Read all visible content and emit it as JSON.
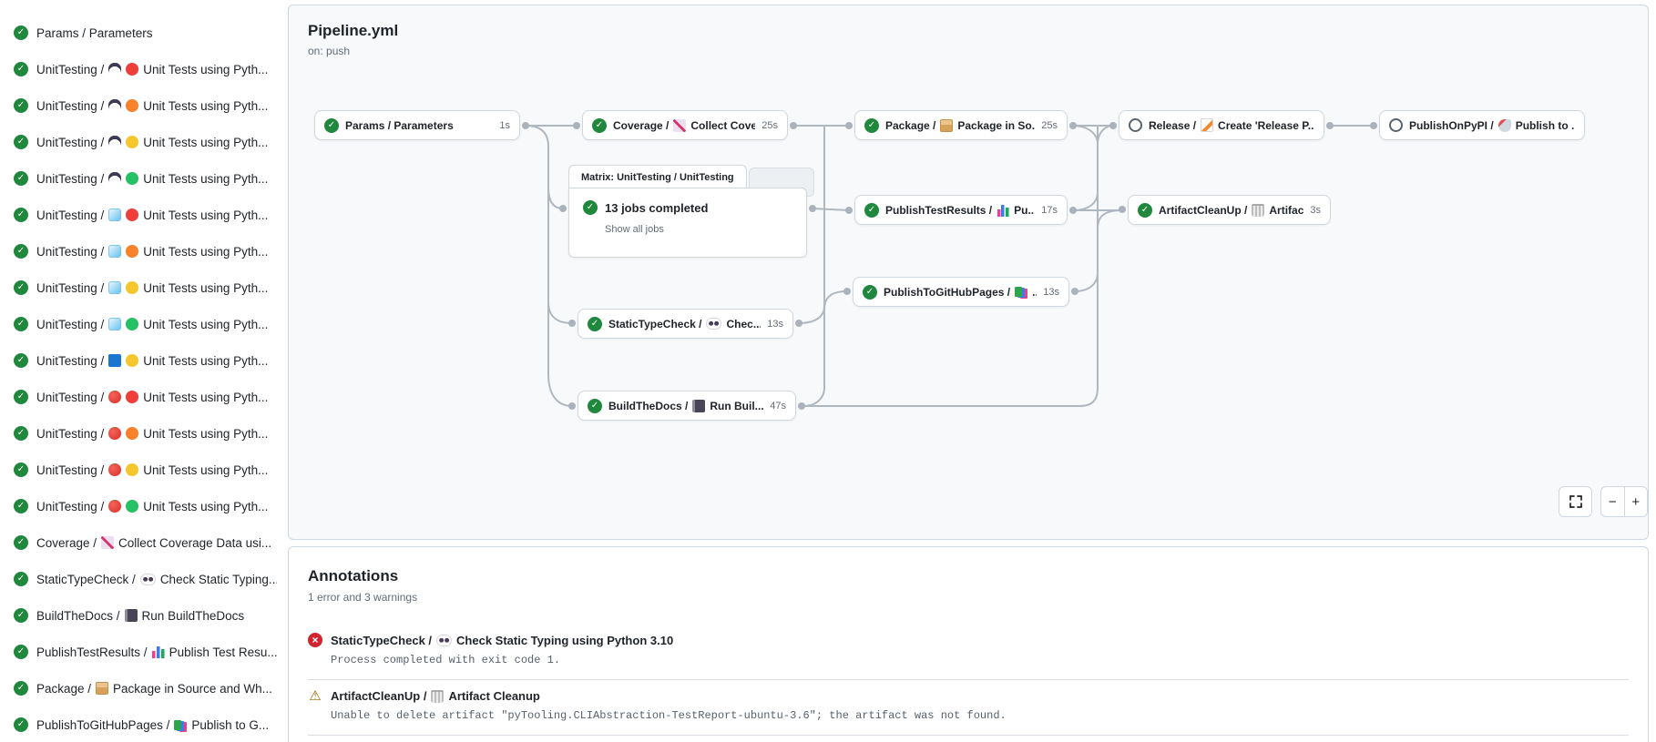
{
  "colors": {
    "success_green": "#1f883d",
    "error_red": "#d1242f",
    "warning_yellow": "#9a6700",
    "connector_gray": "#afb8c1"
  },
  "sidebar": {
    "items": [
      {
        "pre": "Params / Parameters",
        "icons": [],
        "post": ""
      },
      {
        "pre": "UnitTesting /",
        "icons": [
          "penguin",
          "dot-red"
        ],
        "post": "Unit Tests using Pyth..."
      },
      {
        "pre": "UnitTesting /",
        "icons": [
          "penguin",
          "dot-orange"
        ],
        "post": "Unit Tests using Pyth..."
      },
      {
        "pre": "UnitTesting /",
        "icons": [
          "penguin",
          "dot-yellow"
        ],
        "post": "Unit Tests using Pyth..."
      },
      {
        "pre": "UnitTesting /",
        "icons": [
          "penguin",
          "dot-green"
        ],
        "post": "Unit Tests using Pyth..."
      },
      {
        "pre": "UnitTesting /",
        "icons": [
          "ice",
          "dot-red"
        ],
        "post": "Unit Tests using Pyth..."
      },
      {
        "pre": "UnitTesting /",
        "icons": [
          "ice",
          "dot-orange"
        ],
        "post": "Unit Tests using Pyth..."
      },
      {
        "pre": "UnitTesting /",
        "icons": [
          "ice",
          "dot-yellow"
        ],
        "post": "Unit Tests using Pyth..."
      },
      {
        "pre": "UnitTesting /",
        "icons": [
          "ice",
          "dot-green"
        ],
        "post": "Unit Tests using Pyth..."
      },
      {
        "pre": "UnitTesting /",
        "icons": [
          "bluesquare",
          "dot-yellow"
        ],
        "post": "Unit Tests using Pyth..."
      },
      {
        "pre": "UnitTesting /",
        "icons": [
          "apple",
          "dot-red"
        ],
        "post": "Unit Tests using Pyth..."
      },
      {
        "pre": "UnitTesting /",
        "icons": [
          "apple",
          "dot-orange"
        ],
        "post": "Unit Tests using Pyth..."
      },
      {
        "pre": "UnitTesting /",
        "icons": [
          "apple",
          "dot-yellow"
        ],
        "post": "Unit Tests using Pyth..."
      },
      {
        "pre": "UnitTesting /",
        "icons": [
          "apple",
          "dot-green"
        ],
        "post": "Unit Tests using Pyth..."
      },
      {
        "pre": "Coverage /",
        "icons": [
          "chart-up"
        ],
        "post": "Collect Coverage Data usi..."
      },
      {
        "pre": "StaticTypeCheck /",
        "icons": [
          "eyes"
        ],
        "post": "Check Static Typing..."
      },
      {
        "pre": "BuildTheDocs /",
        "icons": [
          "book"
        ],
        "post": "Run BuildTheDocs"
      },
      {
        "pre": "PublishTestResults /",
        "icons": [
          "bar-chart"
        ],
        "post": "Publish Test Resu..."
      },
      {
        "pre": "Package /",
        "icons": [
          "package"
        ],
        "post": "Package in Source and Wh..."
      },
      {
        "pre": "PublishToGitHubPages /",
        "icons": [
          "books"
        ],
        "post": "Publish to G..."
      }
    ]
  },
  "pipeline": {
    "title": "Pipeline.yml",
    "trigger": "on: push",
    "matrix": {
      "tab": "Matrix: UnitTesting / UnitTesting",
      "summary": "13 jobs completed",
      "link": "Show all jobs"
    },
    "nodes": [
      {
        "id": "params",
        "status": "success",
        "pre": "Params / Parameters",
        "icon": null,
        "title": "",
        "duration": "1s"
      },
      {
        "id": "coverage",
        "status": "success",
        "pre": "Coverage /",
        "icon": "chart-up",
        "title": "Collect Cove...",
        "duration": "25s"
      },
      {
        "id": "package",
        "status": "success",
        "pre": "Package /",
        "icon": "package",
        "title": "Package in So...",
        "duration": "25s"
      },
      {
        "id": "release",
        "status": "neutral",
        "pre": "Release /",
        "icon": "memo",
        "title": "Create 'Release P...",
        "duration": ""
      },
      {
        "id": "publishonpypi",
        "status": "neutral",
        "pre": "PublishOnPyPI /",
        "icon": "rocket",
        "title": "Publish to ...",
        "duration": ""
      },
      {
        "id": "publishtestresults",
        "status": "success",
        "pre": "PublishTestResults /",
        "icon": "bar-chart",
        "title": "Pu...",
        "duration": "17s"
      },
      {
        "id": "artifactcleanup",
        "status": "success",
        "pre": "ArtifactCleanUp /",
        "icon": "trash",
        "title": "Artifac...",
        "duration": "3s"
      },
      {
        "id": "publishtogithubpages",
        "status": "success",
        "pre": "PublishToGitHubPages /",
        "icon": "books",
        "title": "...",
        "duration": "13s"
      },
      {
        "id": "statictypecheck",
        "status": "success",
        "pre": "StaticTypeCheck /",
        "icon": "eyes",
        "title": "Chec...",
        "duration": "13s"
      },
      {
        "id": "buildthedocs",
        "status": "success",
        "pre": "BuildTheDocs /",
        "icon": "book",
        "title": "Run Buil...",
        "duration": "47s"
      }
    ],
    "controls": {
      "zoom_out": "−",
      "zoom_in": "+"
    }
  },
  "annotations": {
    "title": "Annotations",
    "subtitle": "1 error and 3 warnings",
    "items": [
      {
        "severity": "error",
        "job": "StaticTypeCheck /",
        "icon": "eyes",
        "name": "Check Static Typing using Python 3.10",
        "message": "Process completed with exit code 1."
      },
      {
        "severity": "warning",
        "job": "ArtifactCleanUp /",
        "icon": "trash",
        "name": "Artifact Cleanup",
        "message": "Unable to delete artifact \"pyTooling.CLIAbstraction-TestReport-ubuntu-3.6\"; the artifact was not found."
      }
    ]
  }
}
